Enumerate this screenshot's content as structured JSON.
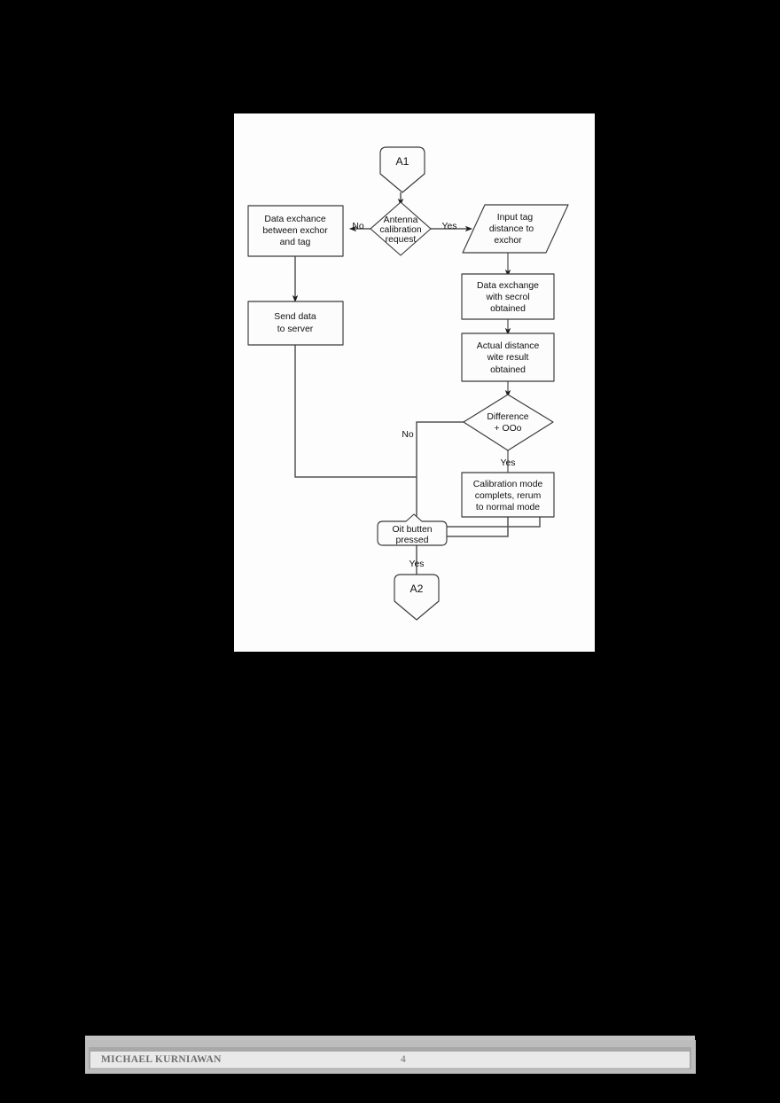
{
  "document": {
    "footer": {
      "author": "MICHAEL KURNIAWAN",
      "page_number": "4"
    }
  },
  "figure": {
    "title": "Antenna calibration flowchart",
    "nodes": {
      "start_connector": {
        "label": "A1",
        "shape": "pentagon-down"
      },
      "decision_calibration": {
        "line1": "Antenna",
        "line2": "calibration",
        "line3": "request",
        "shape": "diamond"
      },
      "data_exchange_tag": {
        "line1": "Data exchance",
        "line2": "between exchor",
        "line3": "and tag",
        "shape": "process"
      },
      "send_data_server": {
        "line1": "Send data",
        "line2": "to server",
        "shape": "process"
      },
      "input_tag_distance": {
        "line1": "Input tag",
        "line2": "distance to",
        "line3": "exchor",
        "shape": "parallelogram"
      },
      "data_exchange_secrol": {
        "line1": "Data exchange",
        "line2": "with secrol",
        "line3": "obtained",
        "shape": "process"
      },
      "actual_distance": {
        "line1": "Actual distance",
        "line2": "wite result",
        "line3": "obtained",
        "shape": "process"
      },
      "decision_difference": {
        "line1": "Difference",
        "line2": "+ OOo",
        "shape": "diamond"
      },
      "calibration_complete": {
        "line1": "Calibration mode",
        "line2": "complets, rerum",
        "line3": "to normal mode",
        "shape": "process"
      },
      "quit_button": {
        "line1": "Oit butten",
        "line2": "pressed",
        "shape": "notched-rounded"
      },
      "end_connector": {
        "label": "A2",
        "shape": "pentagon-down"
      }
    },
    "edge_labels": {
      "calibration_no": "No",
      "calibration_yes": "Yes",
      "difference_no": "No",
      "difference_yes": "Yes",
      "quit_yes": "Yes"
    },
    "colors": {
      "canvas_background": "#fdfdfd",
      "page_background": "#000000",
      "shape_stroke": "#3a3a3a",
      "shape_fill": "#fcfcfc",
      "connector_stroke": "#555555",
      "text": "#101010",
      "footer_text": "#6f6f6f",
      "footer_bar": "#a8a8a8",
      "footer_inner": "#e9e9e9"
    }
  }
}
